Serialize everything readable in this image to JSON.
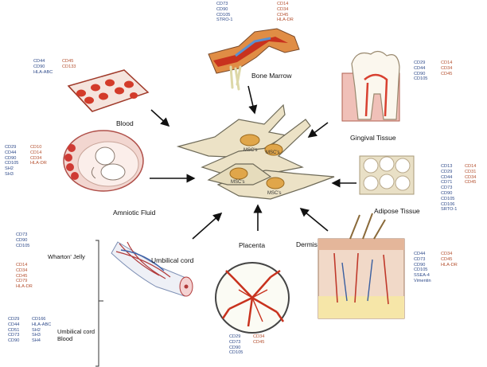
{
  "center": {
    "cell_label": "MSC's"
  },
  "colors": {
    "positive_marker": "#2e4a8a",
    "negative_marker": "#b4502f",
    "msc_cell": "#ece2c6",
    "nucleus": "#e0a64a",
    "tissue_red": "#c8321e"
  },
  "sources": {
    "bone_marrow": {
      "label": "Bone Marrow",
      "positive": [
        "CD73",
        "CD90",
        "CD105",
        "STRO-1"
      ],
      "negative": [
        "CD14",
        "CD34",
        "CD45",
        "HLA-DR"
      ]
    },
    "blood": {
      "label": "Blood",
      "positive": [
        "CD44",
        "CD90",
        "HLA-ABC"
      ],
      "negative": [
        "CD45",
        "CD133"
      ]
    },
    "gingival": {
      "label": "Gingival Tissue",
      "positive": [
        "CD29",
        "CD44",
        "CD90",
        "CD105"
      ],
      "negative": [
        "CD14",
        "CD34",
        "CD45"
      ]
    },
    "amniotic": {
      "label": "Amniotic Fluid",
      "positive": [
        "CD29",
        "CD44",
        "CD90",
        "CD105",
        "SH2",
        "SH3"
      ],
      "negative": [
        "CD10",
        "CD14",
        "CD34",
        "HLA-DR"
      ]
    },
    "adipose": {
      "label": "Adipose Tissue",
      "positive": [
        "CD13",
        "CD29",
        "CD44",
        "CD71",
        "CD73",
        "CD90",
        "CD105",
        "CD106",
        "SRTO-1"
      ],
      "negative": [
        "CD14",
        "CD31",
        "CD34",
        "CD45"
      ]
    },
    "umbilical": {
      "label": "Umbilical cord",
      "whartons_jelly": {
        "label": "Wharton' Jelly",
        "positive": [
          "CD73",
          "CD90",
          "CD105"
        ],
        "negative": [
          "CD14",
          "CD34",
          "CD45",
          "CD79",
          "HLA-DR"
        ]
      },
      "cord_blood": {
        "label": "Umbilical cord Blood",
        "positive_col1": [
          "CD29",
          "CD44",
          "CD51",
          "CD73",
          "CD90"
        ],
        "positive_col2": [
          "CD166",
          "HLA-ABC",
          "SH2",
          "SH3",
          "SH4"
        ]
      }
    },
    "placenta": {
      "label": "Placenta",
      "positive": [
        "CD29",
        "CD73",
        "CD90",
        "CD105"
      ],
      "negative": [
        "CD34",
        "CD45"
      ]
    },
    "dermis": {
      "label": "Dermis",
      "positive": [
        "CD44",
        "CD73",
        "CD90",
        "CD105",
        "SSEA-4",
        "Vimentin"
      ],
      "negative": [
        "CD34",
        "CD45",
        "HLA-DR"
      ]
    }
  }
}
